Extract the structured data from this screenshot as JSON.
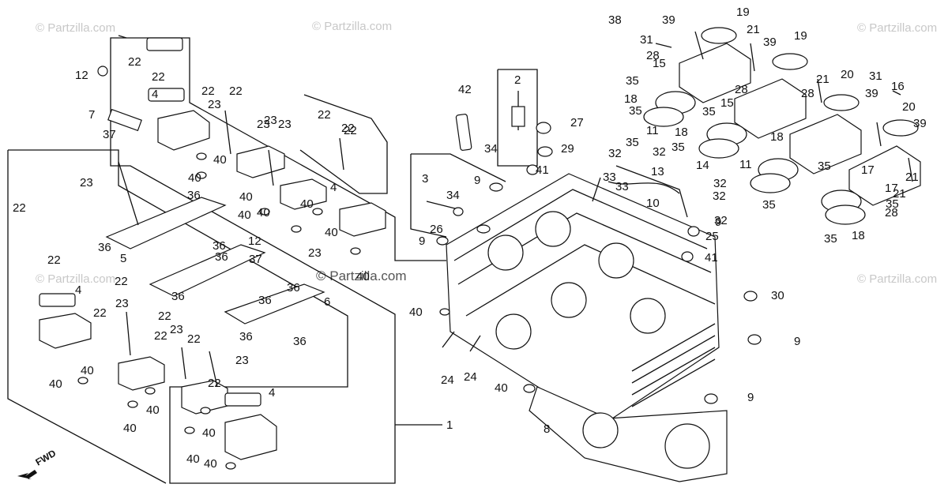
{
  "watermarks": {
    "top_left": "© Partzilla.com",
    "top_center": "© Partzilla.com",
    "top_right": "© Partzilla.com",
    "mid_left": "© Partzilla.com",
    "mid_right": "© Partzilla.com",
    "center": "© Partzilla.com"
  },
  "direction_label": "FWD",
  "callouts": [
    "1",
    "2",
    "3",
    "4",
    "4",
    "4",
    "4",
    "5",
    "6",
    "7",
    "8",
    "9",
    "9",
    "9",
    "9",
    "9",
    "10",
    "11",
    "11",
    "12",
    "12",
    "13",
    "14",
    "15",
    "15",
    "16",
    "17",
    "17",
    "18",
    "18",
    "18",
    "18",
    "19",
    "19",
    "20",
    "20",
    "21",
    "21",
    "21",
    "21",
    "22",
    "22",
    "22",
    "22",
    "22",
    "22",
    "22",
    "22",
    "22",
    "22",
    "22",
    "22",
    "22",
    "22",
    "22",
    "23",
    "23",
    "23",
    "23",
    "23",
    "23",
    "23",
    "23",
    "23",
    "24",
    "24",
    "25",
    "26",
    "27",
    "28",
    "28",
    "28",
    "28",
    "29",
    "30",
    "31",
    "31",
    "32",
    "32",
    "32",
    "32",
    "32",
    "33",
    "33",
    "34",
    "34",
    "35",
    "35",
    "35",
    "35",
    "35",
    "35",
    "35",
    "35",
    "35",
    "36",
    "36",
    "36",
    "36",
    "36",
    "36",
    "36",
    "36",
    "36",
    "37",
    "37",
    "38",
    "39",
    "39",
    "39",
    "39",
    "40",
    "40",
    "40",
    "40",
    "40",
    "40",
    "40",
    "40",
    "40",
    "40",
    "40",
    "40",
    "40",
    "40",
    "40",
    "40",
    "40",
    "41",
    "41",
    "42"
  ]
}
